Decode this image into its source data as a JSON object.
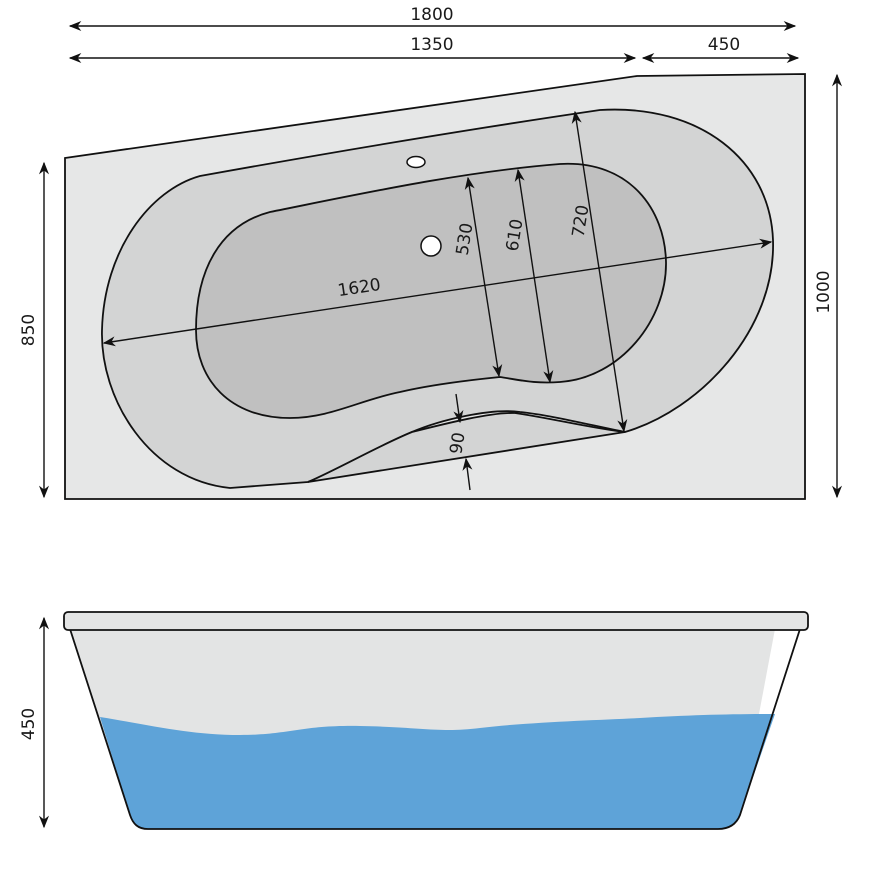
{
  "title": "Asymmetric bathtub dimension drawing",
  "colors": {
    "deck": "#e6e7e7",
    "basin_outer": "#d3d4d4",
    "basin_inner": "#c0c0c0",
    "outline": "#111111",
    "water": "#5ea3d8",
    "tub_side": "#e3e4e4"
  },
  "top_view": {
    "dimensions": {
      "overall_length": "1800",
      "long_side_segment": "1350",
      "short_side_segment": "450",
      "left_width": "850",
      "right_width": "1000",
      "interior_length": "1620",
      "inner_bottom_width": "530",
      "mid_bottom_width": "610",
      "interior_width": "720",
      "seat_step": "90"
    },
    "features": [
      "overflow-hole",
      "drain-hole"
    ]
  },
  "side_view": {
    "dimensions": {
      "height": "450"
    },
    "features": [
      "rim",
      "water-fill"
    ]
  }
}
